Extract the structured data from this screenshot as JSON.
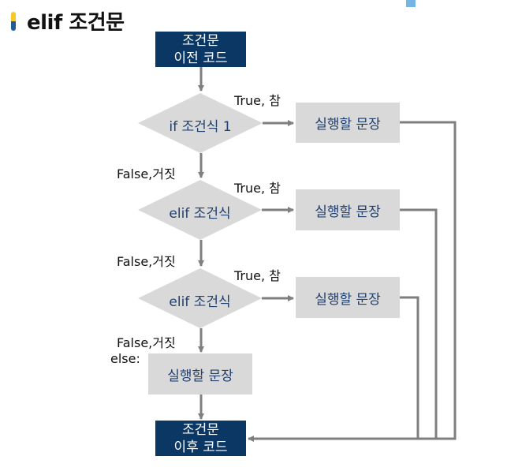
{
  "title": "elif 조건문",
  "colors": {
    "navy_box": "#0B3765",
    "gray_box": "#D9D9D9",
    "box_text": "#1F3F6E",
    "line": "#7F7F7F",
    "title_bar_top": "#F7C72C",
    "title_bar_bottom": "#1F5C99"
  },
  "flowchart": {
    "start": {
      "line1": "조건문",
      "line2": "이전 코드"
    },
    "end": {
      "line1": "조건문",
      "line2": "이후 코드"
    },
    "conditions": [
      {
        "label": "if 조건식 1",
        "true_label": "True, 참",
        "false_label": "False,거짓",
        "action": "실행할 문장"
      },
      {
        "label": "elif 조건식",
        "true_label": "True, 참",
        "false_label": "False,거짓",
        "action": "실행할 문장"
      },
      {
        "label": "elif 조건식",
        "true_label": "True, 참",
        "false_label": "False,거짓",
        "action": "실행할 문장"
      }
    ],
    "else": {
      "label": "else:",
      "action": "실행할 문장"
    }
  }
}
